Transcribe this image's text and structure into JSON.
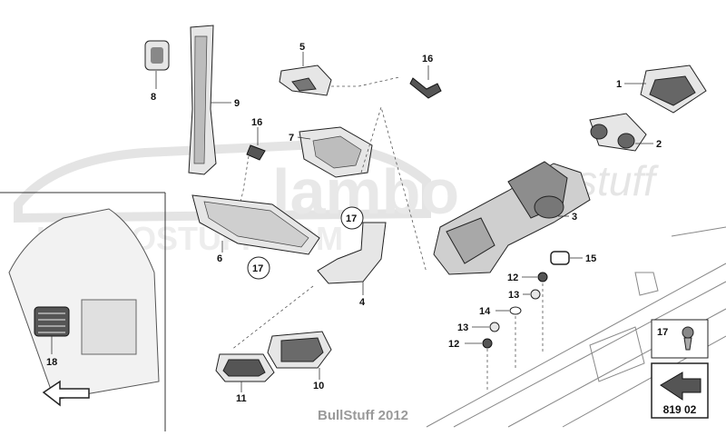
{
  "diagram": {
    "callouts": {
      "c1": "1",
      "c2": "2",
      "c3": "3",
      "c4": "4",
      "c5": "5",
      "c6": "6",
      "c7": "7",
      "c8": "8",
      "c9": "9",
      "c10": "10",
      "c11": "11",
      "c12a": "12",
      "c12b": "12",
      "c13a": "13",
      "c13b": "13",
      "c14": "14",
      "c15": "15",
      "c16a": "16",
      "c16b": "16",
      "c17a": "17",
      "c17b": "17",
      "c17legend": "17",
      "c18": "18"
    },
    "page_code": "819 02",
    "watermark": {
      "main": "lambo",
      "script": "stuff",
      "band": "LAMBOSTUFF.COM"
    }
  },
  "footer": {
    "text": "BullStuff 2012"
  }
}
